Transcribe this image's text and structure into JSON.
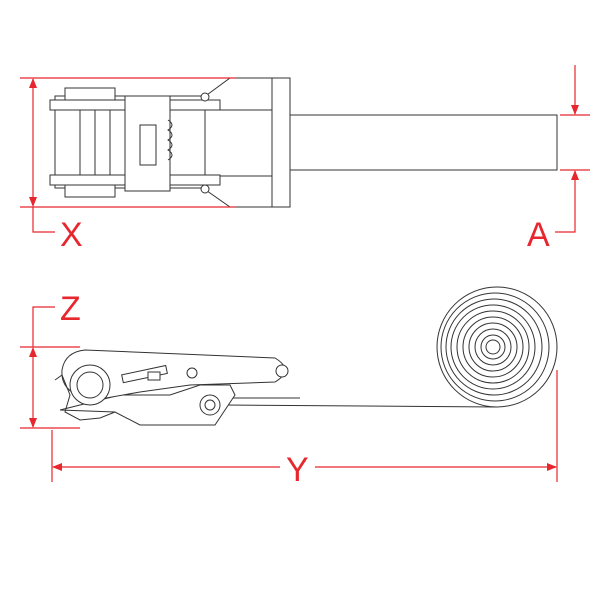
{
  "dimensions": {
    "x_label": "X",
    "a_label": "A",
    "z_label": "Z",
    "y_label": "Y"
  },
  "colors": {
    "dimension": "#e8262d",
    "outline": "#333333"
  }
}
